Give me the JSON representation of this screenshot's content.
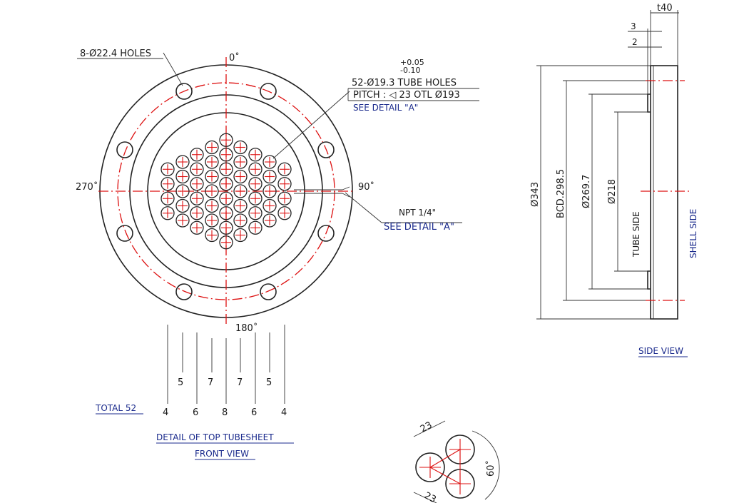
{
  "front": {
    "bolt_holes": "8-Ø22.4 HOLES",
    "angles": {
      "top": "0˚",
      "left": "270˚",
      "right": "90˚",
      "bottom": "180˚"
    },
    "tol_plus": "+0.05",
    "tol_minus": "-0.10",
    "tube_holes": "52-Ø19.3 TUBE HOLES",
    "pitch": "PITCH : ◁ 23 OTL Ø193",
    "see_detail_1": "SEE DETAIL \"A\"",
    "npt": "NPT 1/4\"",
    "see_detail_2": "SEE DETAIL \"A\"",
    "row_counts": [
      "4",
      "5",
      "6",
      "7",
      "8",
      "7",
      "6",
      "5",
      "4"
    ],
    "total": "TOTAL 52",
    "caption_1": "DETAIL OF TOP TUBESHEET",
    "caption_2": "FRONT VIEW"
  },
  "side": {
    "t40": "t40",
    "d3": "3",
    "d2": "2",
    "dia343": "Ø343",
    "bcd": "BCD.298.5",
    "dia269": "Ø269.7",
    "dia218": "Ø218",
    "tube_side": "TUBE SIDE",
    "shell_side": "SHELL SIDE",
    "caption": "SIDE VIEW"
  },
  "detail": {
    "pitch_top": "23",
    "pitch_bottom": "23",
    "angle": "60˚"
  }
}
